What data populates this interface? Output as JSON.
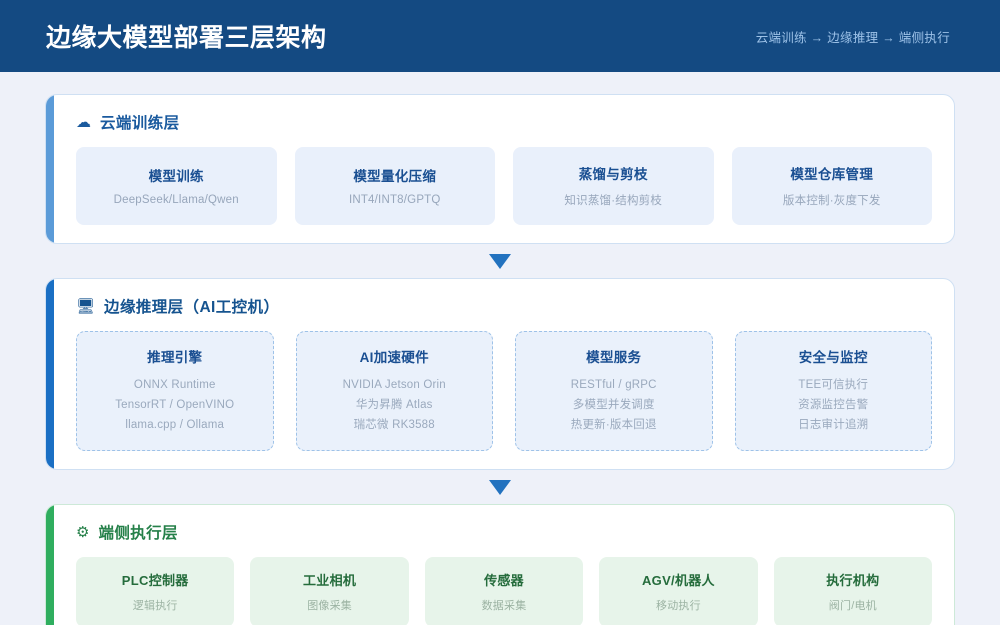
{
  "header": {
    "title": "边缘大模型部署三层架构",
    "subtitle": "云端训练 → 边缘推理 → 端侧执行"
  },
  "colors": {
    "header_bg": "#144a82",
    "page_bg": "#eef1f9",
    "cloud_accent": "#5b9bd8",
    "edge_accent": "#1a6fc4",
    "device_accent": "#2fae5f",
    "arrow": "#2272bf"
  },
  "connectors": [
    {
      "icon": "triangle-down-icon"
    },
    {
      "icon": "triangle-down-icon"
    }
  ],
  "layers": [
    {
      "id": "cloud",
      "icon": "cloud-icon",
      "icon_glyph": "☁",
      "name": "云端训练层",
      "cards": [
        {
          "title": "模型训练",
          "lines": [
            "DeepSeek/Llama/Qwen"
          ]
        },
        {
          "title": "模型量化压缩",
          "lines": [
            "INT4/INT8/GPTQ"
          ]
        },
        {
          "title": "蒸馏与剪枝",
          "lines": [
            "知识蒸馏·结构剪枝"
          ]
        },
        {
          "title": "模型仓库管理",
          "lines": [
            "版本控制·灰度下发"
          ]
        }
      ]
    },
    {
      "id": "edge",
      "icon": "monitor-icon",
      "icon_glyph": "🖥",
      "name": "边缘推理层（AI工控机）",
      "cards": [
        {
          "title": "推理引擎",
          "lines": [
            "ONNX Runtime",
            "TensorRT / OpenVINO",
            "llama.cpp / Ollama"
          ]
        },
        {
          "title": "AI加速硬件",
          "lines": [
            "NVIDIA Jetson Orin",
            "华为昇腾 Atlas",
            "瑞芯微 RK3588"
          ]
        },
        {
          "title": "模型服务",
          "lines": [
            "RESTful / gRPC",
            "多模型并发调度",
            "热更新·版本回退"
          ]
        },
        {
          "title": "安全与监控",
          "lines": [
            "TEE可信执行",
            "资源监控告警",
            "日志审计追溯"
          ]
        }
      ]
    },
    {
      "id": "device",
      "icon": "gear-icon",
      "icon_glyph": "⚙",
      "name": "端侧执行层",
      "cards": [
        {
          "title": "PLC控制器",
          "lines": [
            "逻辑执行"
          ]
        },
        {
          "title": "工业相机",
          "lines": [
            "图像采集"
          ]
        },
        {
          "title": "传感器",
          "lines": [
            "数据采集"
          ]
        },
        {
          "title": "AGV/机器人",
          "lines": [
            "移动执行"
          ]
        },
        {
          "title": "执行机构",
          "lines": [
            "阀门/电机"
          ]
        }
      ]
    }
  ]
}
